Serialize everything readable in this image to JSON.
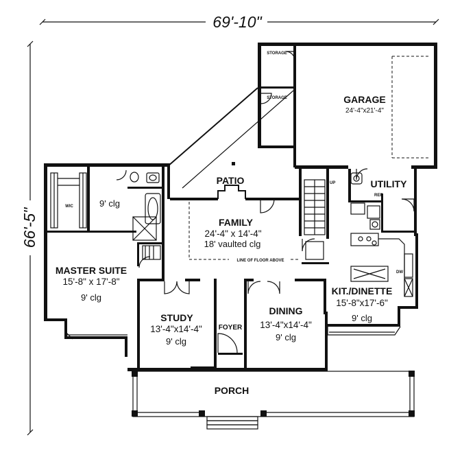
{
  "overall": {
    "width": "69'-10\"",
    "depth": "66'-5\""
  },
  "rooms": {
    "storage1": "STORAGE",
    "storage2": "STORAGE",
    "garage": {
      "name": "GARAGE",
      "dims": "24'-4\"x21'-4\""
    },
    "patio": "PATIO",
    "utility": "UTILITY",
    "family": {
      "name": "FAMILY",
      "dims": "24'-4\" x 14'-4\"",
      "clg": "18' vaulted clg"
    },
    "floor_line": "LINE OF FLOOR ABOVE",
    "master": {
      "name": "MASTER SUITE",
      "dims": "15'-8\" x 17'-8\"",
      "clg": "9' clg"
    },
    "wic": "WIC",
    "bath_clg": "9' clg",
    "study": {
      "name": "STUDY",
      "dims": "13'-4\"x14'-4\"",
      "clg": "9' clg"
    },
    "foyer": "FOYER",
    "dining": {
      "name": "DINING",
      "dims": "13'-4\"x14'-4\"",
      "clg": "9' clg"
    },
    "kitchen": {
      "name": "KIT./DINETTE",
      "dims": "15'-8\"x17'-6\"",
      "clg": "9' clg"
    },
    "porch": "PORCH"
  },
  "fixtures": {
    "up": "UP",
    "ref": "REF",
    "dw": "DW"
  }
}
